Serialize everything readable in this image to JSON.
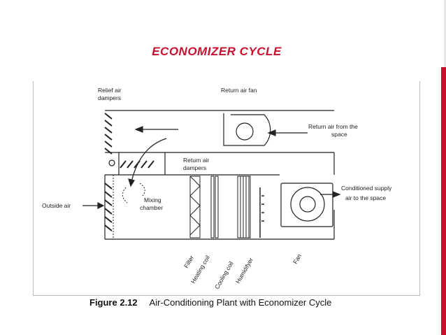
{
  "slide": {
    "title": "ECONOMIZER CYCLE",
    "accent_color": "#c8102e"
  },
  "diagram": {
    "labels": {
      "relief_air_dampers_1": "Relief air",
      "relief_air_dampers_2": "dampers",
      "return_air_fan": "Return air fan",
      "return_air_space_1": "Return air from the",
      "return_air_space_2": "space",
      "return_air_dampers_1": "Return air",
      "return_air_dampers_2": "dampers",
      "outside_air": "Outside air",
      "mixing_1": "Mixing",
      "mixing_2": "chamber",
      "supply_1": "Conditioned supply",
      "supply_2": "air to the space",
      "filter": "Filter",
      "heating_coil": "Heating coil",
      "cooling_coil": "Cooling coil",
      "humidifyer": "Humidifyer",
      "fan": "Fan"
    }
  },
  "caption": {
    "number": "Figure 2.12",
    "text": "Air-Conditioning Plant with Economizer Cycle"
  }
}
